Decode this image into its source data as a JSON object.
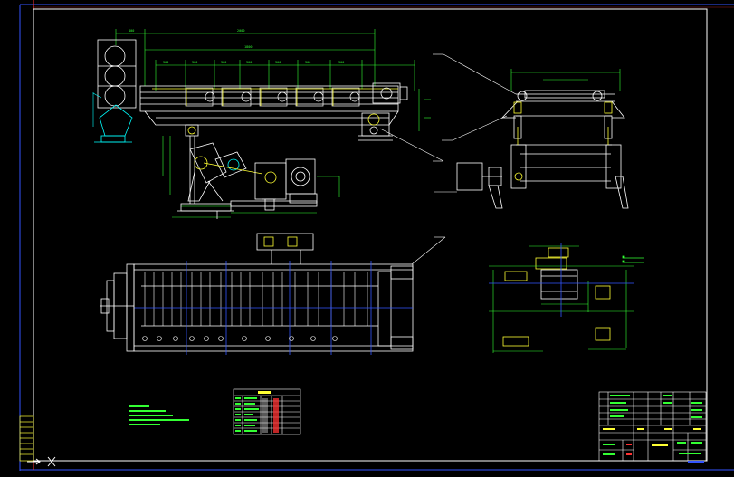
{
  "drawing": {
    "background": "#000000",
    "frame_color": "#ffffff",
    "outer_border_color": "#3355ff",
    "crosshair_color": "#ff3333",
    "views": [
      "side-elevation-view",
      "end-view",
      "plan-view",
      "base-detail-view"
    ]
  },
  "colors": {
    "outline": "#ffffff",
    "dimension": "#33ff33",
    "center_line": "#ff3333",
    "hidden": "#3355ff",
    "part": "#ffff33",
    "accent": "#00ffff"
  },
  "icons": {
    "ucs": "ucs-axis-icon"
  }
}
